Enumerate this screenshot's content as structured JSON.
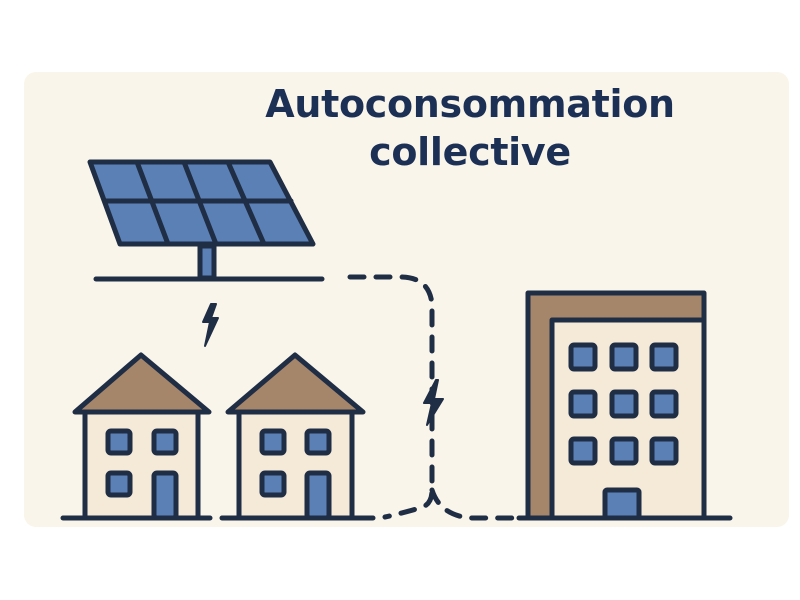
{
  "title": {
    "line1": "Autoconsommation",
    "line2": "collective"
  },
  "colors": {
    "background": "#f9f5ea",
    "outline": "#1f2d45",
    "panel_blue": "#5a80b5",
    "roof_brown": "#a6866a",
    "wall_cream": "#f5e9d8",
    "title_navy": "#1c2f55"
  },
  "elements": {
    "solar_panel": {
      "label": "solar-panel",
      "cells": 8
    },
    "houses": [
      {
        "label": "house-1",
        "windows": 3,
        "door": true
      },
      {
        "label": "house-2",
        "windows": 3,
        "door": true
      }
    ],
    "building": {
      "label": "apartment-building",
      "windows": 9,
      "door": true
    },
    "connections": [
      {
        "from": "solar-panel",
        "to": "houses",
        "type": "lightning"
      },
      {
        "from": "solar-panel",
        "to": "apartment-building",
        "type": "dashed-line-with-lightning"
      }
    ]
  }
}
